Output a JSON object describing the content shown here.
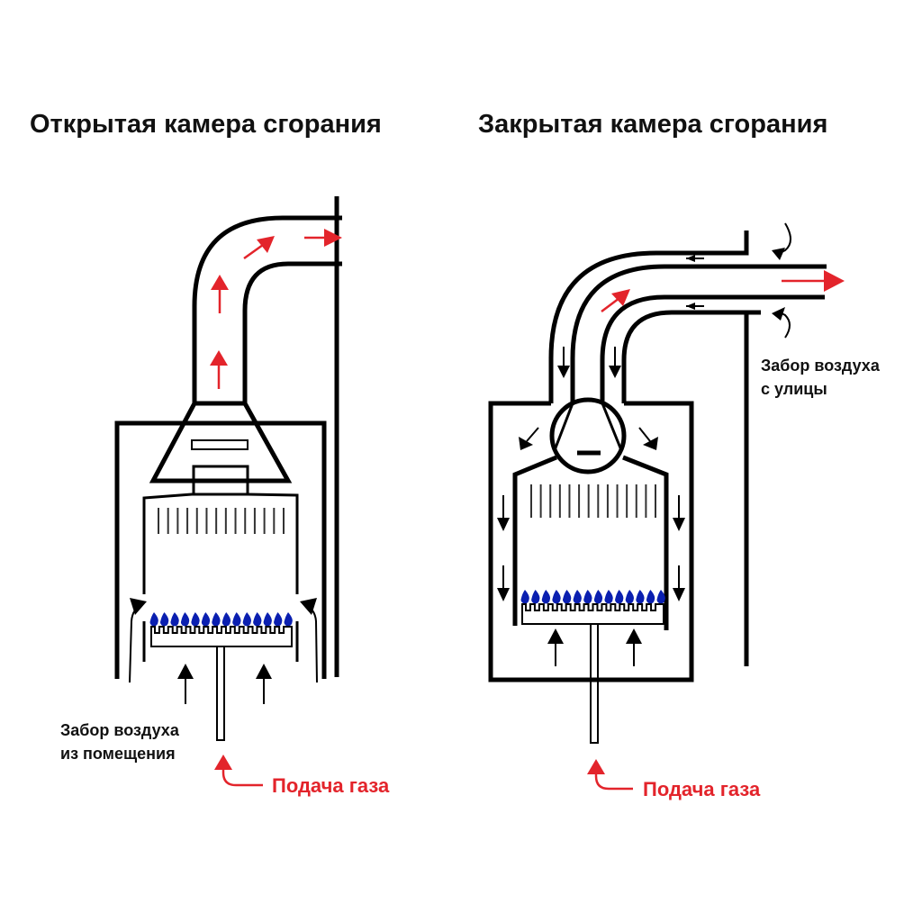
{
  "diagram": {
    "panels": [
      {
        "id": "open",
        "title": "Открытая камера сгорания",
        "air_label_lines": [
          "Забор воздуха",
          "из помещения"
        ],
        "gas_label": "Подача газа",
        "flames_count": 14,
        "fins_count": 14
      },
      {
        "id": "closed",
        "title": "Закрытая камера сгорания",
        "air_label_lines": [
          "Забор воздуха",
          "с улицы"
        ],
        "gas_label": "Подача газа",
        "flames_count": 14,
        "fins_count": 14
      }
    ],
    "colors": {
      "flue_arrow": "#e3242b",
      "air_arrow": "#000000",
      "flame": "#0a1fb0",
      "gas_label": "#e3242b"
    },
    "icons": [
      "flue-gas-arrow",
      "air-flow-arrow",
      "burner-flame",
      "fan-icon",
      "gas-supply-pipe"
    ]
  }
}
